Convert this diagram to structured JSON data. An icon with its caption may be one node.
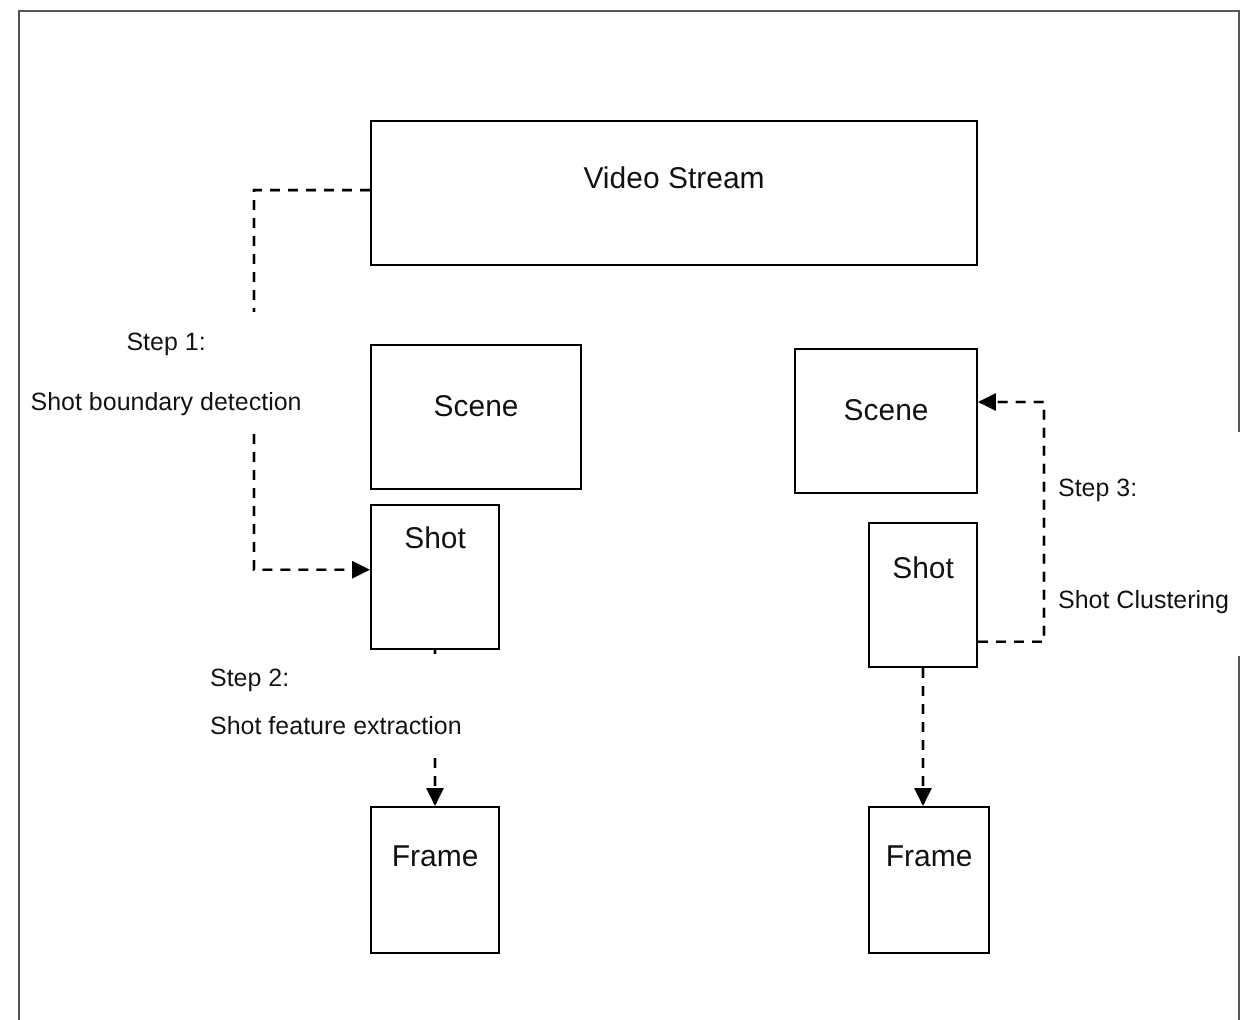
{
  "diagram": {
    "nodes": [
      {
        "text": [
          "Video Stream"
        ]
      },
      {
        "text": [
          "Scene"
        ]
      },
      {
        "text": [
          "Scene"
        ]
      },
      {
        "text": [
          "Shot"
        ]
      },
      {
        "text": [
          "Shot"
        ]
      },
      {
        "text": [
          "Frame"
        ]
      },
      {
        "text": [
          "Frame"
        ]
      }
    ],
    "edges": [
      {
        "from": 0,
        "to": 3,
        "arrow": "to",
        "style": "dashed",
        "label": "Step 1: Shot boundary detection"
      },
      {
        "from": 3,
        "to": 5,
        "arrow": "to",
        "style": "dashed",
        "label": "Step 2: Shot feature extraction"
      },
      {
        "from": 4,
        "to": 2,
        "arrow": "to",
        "style": "dashed",
        "label": "Step 3: Shot Clustering"
      },
      {
        "from": 4,
        "to": 6,
        "arrow": "to",
        "style": "dashed"
      }
    ]
  }
}
